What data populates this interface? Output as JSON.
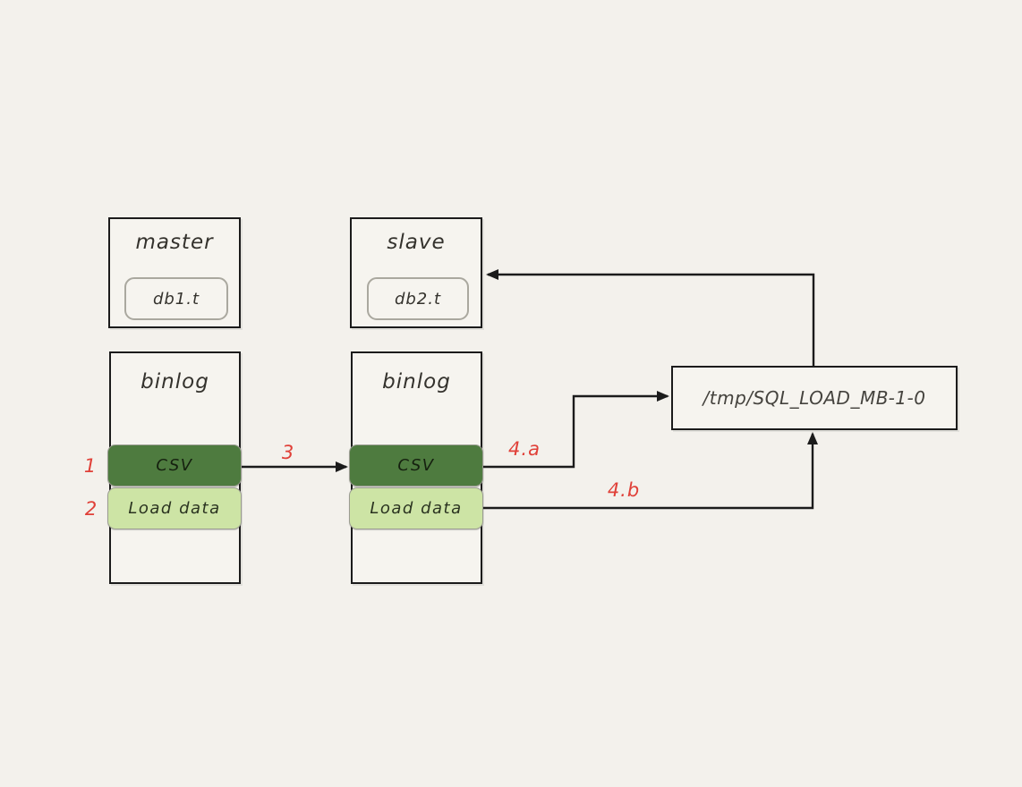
{
  "colors": {
    "background": "#f3f1ec",
    "box_fill": "#f6f4ef",
    "line": "#1b1b1b",
    "csv_fill": "#4e7b3f",
    "csv_text": "#15200f",
    "load_fill": "#cde4a5",
    "load_text": "#2a3320",
    "step_color": "#e04038",
    "pill_border": "#aaa89f",
    "text": "#34322d"
  },
  "nodes": {
    "master": {
      "label": "master",
      "table": "db1.t"
    },
    "slave": {
      "label": "slave",
      "table": "db2.t"
    },
    "master_binlog": {
      "label": "binlog",
      "events": [
        {
          "label": "CSV"
        },
        {
          "label": "Load data"
        }
      ]
    },
    "slave_binlog": {
      "label": "binlog",
      "events": [
        {
          "label": "CSV"
        },
        {
          "label": "Load data"
        }
      ]
    },
    "tmp_file": {
      "label": "/tmp/SQL_LOAD_MB-1-0"
    }
  },
  "step_labels": {
    "step1": "1",
    "step2": "2",
    "step3": "3",
    "step4a": "4.a",
    "step4b": "4.b"
  }
}
